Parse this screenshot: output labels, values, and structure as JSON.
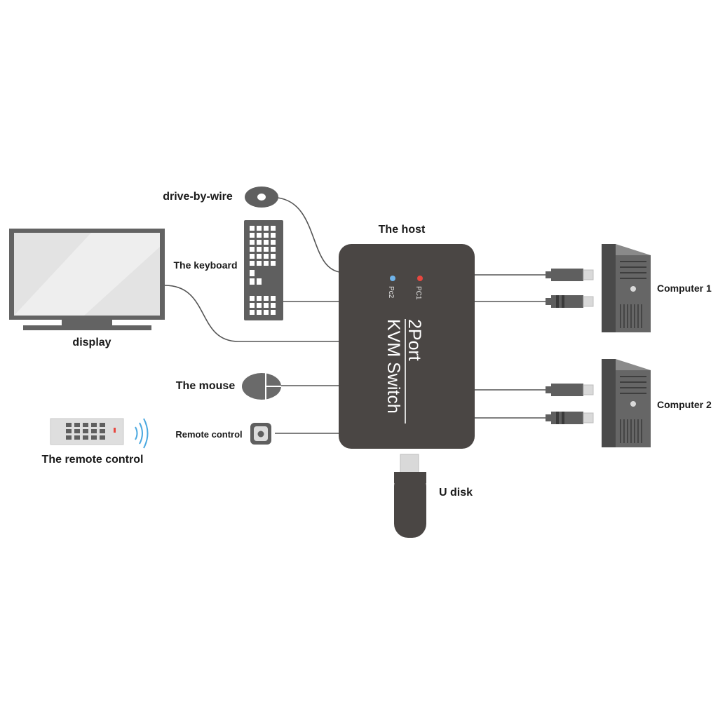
{
  "labels": {
    "drive_by_wire": "drive-by-wire",
    "the_host": "The host",
    "the_keyboard": "The keyboard",
    "display": "display",
    "the_mouse": "The mouse",
    "remote_control": "Remote control",
    "the_remote_control": "The remote control",
    "u_disk": "U disk",
    "computer_1": "Computer 1",
    "computer_2": "Computer 2"
  },
  "switch": {
    "title_line1": "2Port",
    "title_line2": "KVM Switch",
    "led_pc1_label": "PC1",
    "led_pc2_label": "Pc2"
  },
  "colors": {
    "device_dark": "#4a4644",
    "device_gray": "#5f5f5f",
    "monitor_frame": "#636363",
    "led_pc1": "#e8473f",
    "led_pc2": "#6fb3ea",
    "wireless_waves": "#4aa8e0"
  }
}
